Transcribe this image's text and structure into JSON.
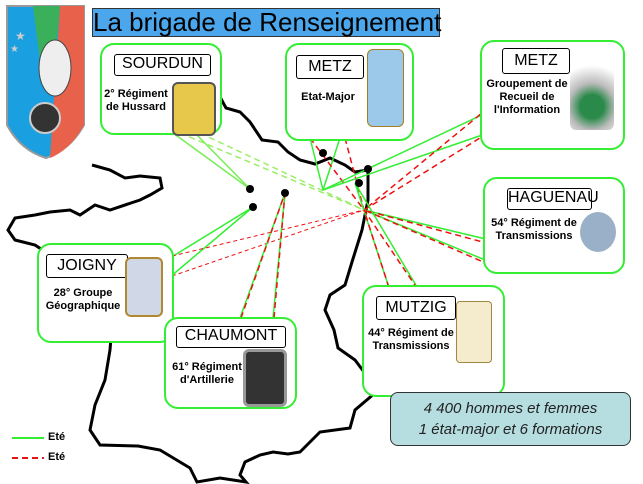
{
  "title": "La brigade de Renseignement",
  "units": [
    {
      "city": "SOURDUN",
      "desc": "2° Régiment de Hussard"
    },
    {
      "city": "METZ",
      "desc": "Etat-Major"
    },
    {
      "city": "METZ",
      "desc": "Groupement de Recueil de l'Information"
    },
    {
      "city": "HAGUENAU",
      "desc": "54° Régiment de Transmissions"
    },
    {
      "city": "JOIGNY",
      "desc": "28° Groupe Géographique"
    },
    {
      "city": "CHAUMONT",
      "desc": "61° Régiment d'Artillerie"
    },
    {
      "city": "MUTZIG",
      "desc": "44° Régiment de Transmissions"
    }
  ],
  "info": {
    "line1": "4 400 hommes et femmes",
    "line2": "1 état-major et 6 formations"
  },
  "legend": [
    {
      "label": "Eté",
      "color": "#33ee33",
      "style": "solid"
    },
    {
      "label": "Eté",
      "color": "#ee1111",
      "style": "dashed"
    }
  ],
  "colors": {
    "line_green": "#33ee33",
    "line_red": "#ee1111",
    "title_bg": "#4ba6ec",
    "info_bg": "#b6dde0"
  }
}
